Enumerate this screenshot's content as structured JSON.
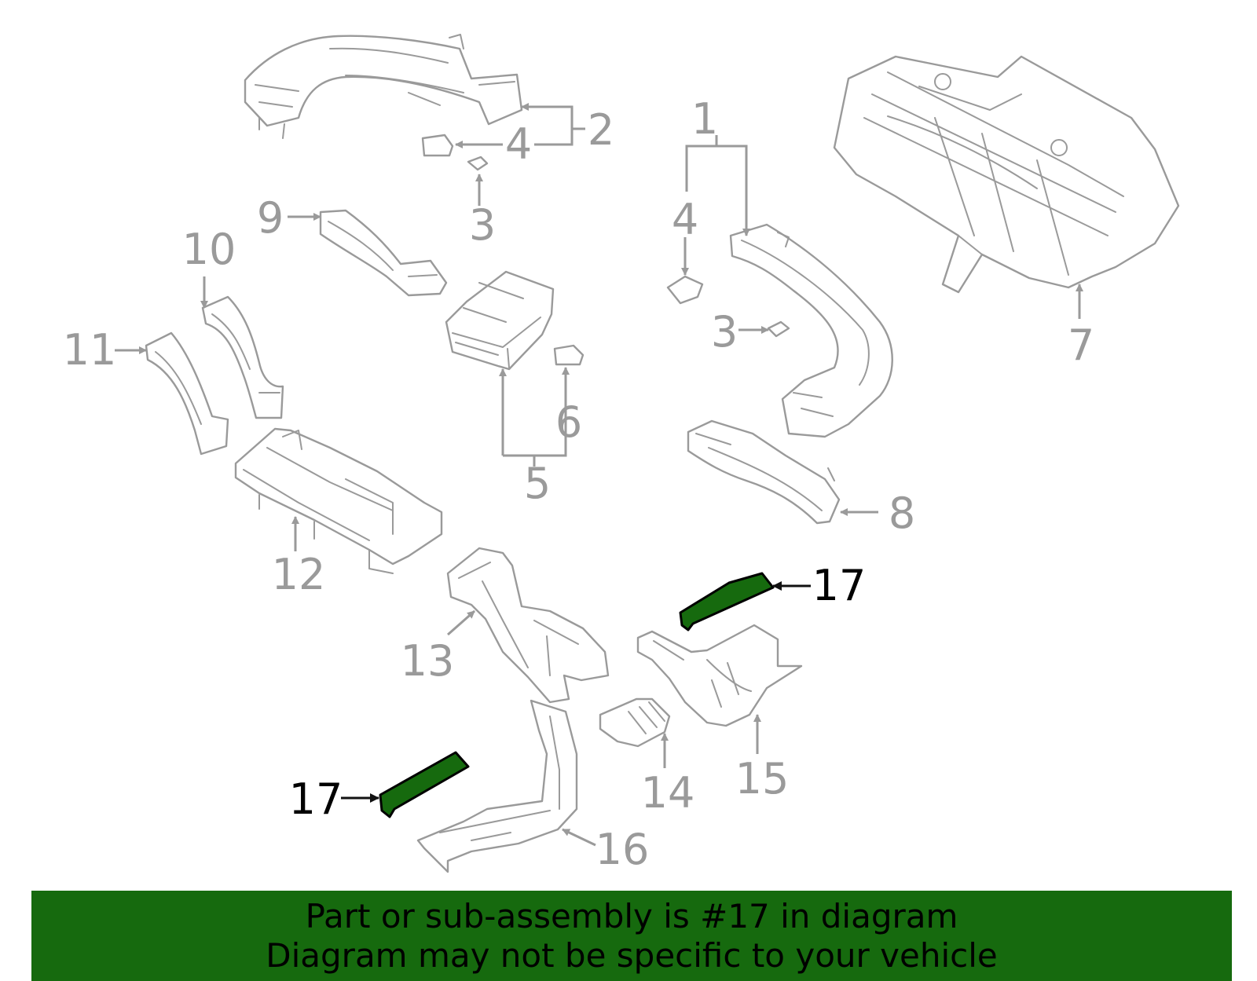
{
  "colors": {
    "part_line": "#9a9a9a",
    "highlight_fill": "#166a0e",
    "highlight_text": "#000000",
    "banner_bg": "#166a0e",
    "banner_text": "#000000"
  },
  "callouts": {
    "c1": "1",
    "c2": "2",
    "c3a": "3",
    "c3b": "3",
    "c4a": "4",
    "c4b": "4",
    "c5": "5",
    "c6": "6",
    "c7": "7",
    "c8": "8",
    "c9": "9",
    "c10": "10",
    "c11": "11",
    "c12": "12",
    "c13": "13",
    "c14": "14",
    "c15": "15",
    "c16": "16",
    "c17a": "17",
    "c17b": "17"
  },
  "banner": {
    "line1": "Part or sub-assembly is #17 in diagram",
    "line2": "Diagram may not be specific to your vehicle"
  }
}
